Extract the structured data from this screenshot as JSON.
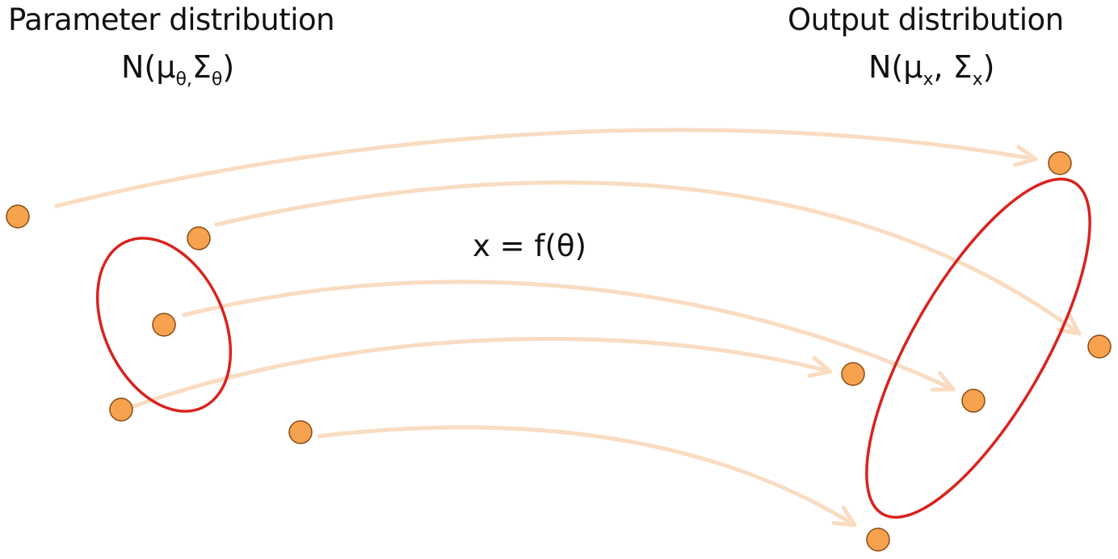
{
  "parameter_distribution": {
    "title": "Parameter distribution",
    "formula": {
      "prefix": "N(μ",
      "mean_sub": "θ,",
      "sigma": "Σ",
      "cov_sub": "θ",
      "suffix": ")"
    }
  },
  "output_distribution": {
    "title": "Output distribution",
    "formula": {
      "prefix": "N(μ",
      "mean_sub": "x",
      "separator": ", Σ",
      "cov_sub": "x",
      "suffix": ")"
    }
  },
  "mapping_label": "x = f(θ)",
  "colors": {
    "ellipse": "#d8231e",
    "arrow": "#f9dcc1",
    "point_fill": "#f6a24f",
    "point_stroke": "#8a4a10"
  }
}
